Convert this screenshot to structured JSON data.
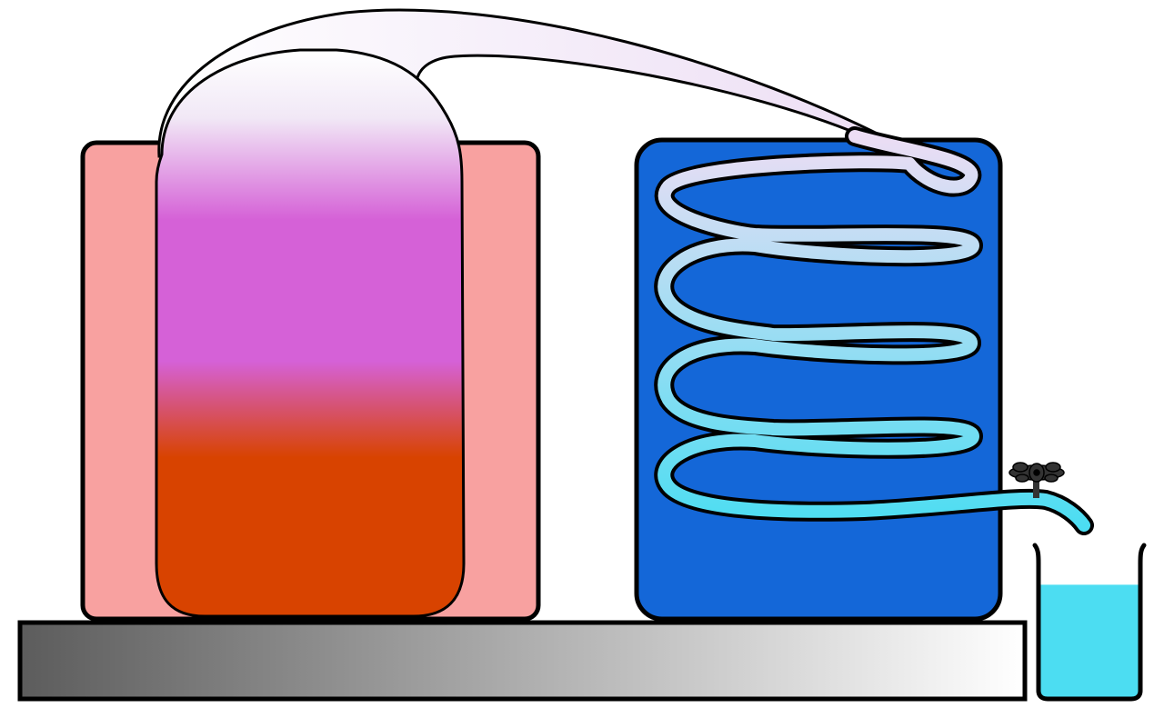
{
  "diagram": {
    "subject": "distillation-apparatus",
    "components": [
      {
        "id": "heater",
        "kind": "heating-block"
      },
      {
        "id": "boiling-flask",
        "kind": "flask",
        "contents": "liquid-and-vapor"
      },
      {
        "id": "vapor-tube",
        "kind": "tube"
      },
      {
        "id": "condenser",
        "kind": "cooling-tank"
      },
      {
        "id": "condenser-coil",
        "kind": "spiral-coil"
      },
      {
        "id": "valve",
        "kind": "tap"
      },
      {
        "id": "spout",
        "kind": "outlet"
      },
      {
        "id": "collection-beaker",
        "kind": "beaker",
        "fill_fraction": 0.78
      },
      {
        "id": "base-platform",
        "kind": "platform"
      }
    ]
  },
  "colors": {
    "heater": "#F8A1A0",
    "flask_liquid": "#D84300",
    "flask_vapor": "#D561D7",
    "vapor_light": "#F1E8F6",
    "condenser_water": "#1467D8",
    "coil_start": "#ECDDF4",
    "coil_end": "#4CDDF2",
    "distillate": "#4CDDF2",
    "valve": "#333333",
    "base_dark": "#5C5C5C",
    "base_light": "#FFFFFF",
    "outline": "#000000"
  }
}
